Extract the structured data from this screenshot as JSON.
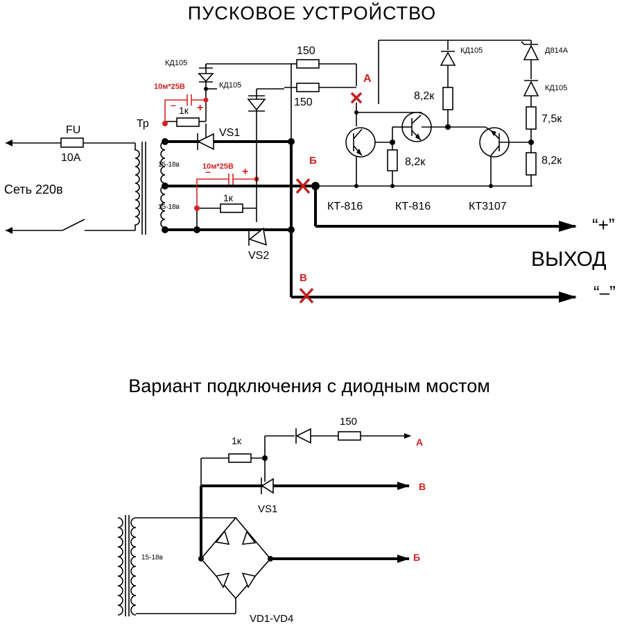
{
  "title": "ПУСКОВОЕ УСТРОЙСТВО",
  "subtitle": "Вариант подключения с диодным мостом",
  "mains": {
    "label": "Сеть 220в"
  },
  "fuse": {
    "name": "FU",
    "rating": "10А"
  },
  "transformer": {
    "name": "Тр",
    "winding_top": "15-18в",
    "winding_bottom": "15-18в"
  },
  "top_diode": "КД105",
  "top_diode_2": "КД105",
  "capacitor_1": "10м*25В",
  "capacitor_2": "10м*25В",
  "resistor_150": "150",
  "resistor_150_b": "150",
  "resistor_1k_a": "1к",
  "resistor_1k_b": "1к",
  "thyristor_1": "VS1",
  "thyristor_2": "VS2",
  "right_diode": "КД105",
  "zener": "Д814А",
  "right_diode_2": "КД105",
  "r_8k2_a": "8,2к",
  "r_8k2_b": "8,2к",
  "r_7k5": "7,5к",
  "r_8k2_c": "8,2к",
  "transistors": [
    "КТ-816",
    "КТ-816",
    "КТ3107"
  ],
  "points": {
    "a": "А",
    "b": "Б",
    "v": "В"
  },
  "output": {
    "label": "ВЫХОД",
    "plus": "“+”",
    "minus": "“–”"
  },
  "variant": {
    "winding": "15-18в",
    "resistor_1k": "1к",
    "resistor_150": "150",
    "thyristor": "VS1",
    "bridge": "VD1-VD4",
    "point_a": "А",
    "point_v": "В",
    "point_b": "Б"
  }
}
